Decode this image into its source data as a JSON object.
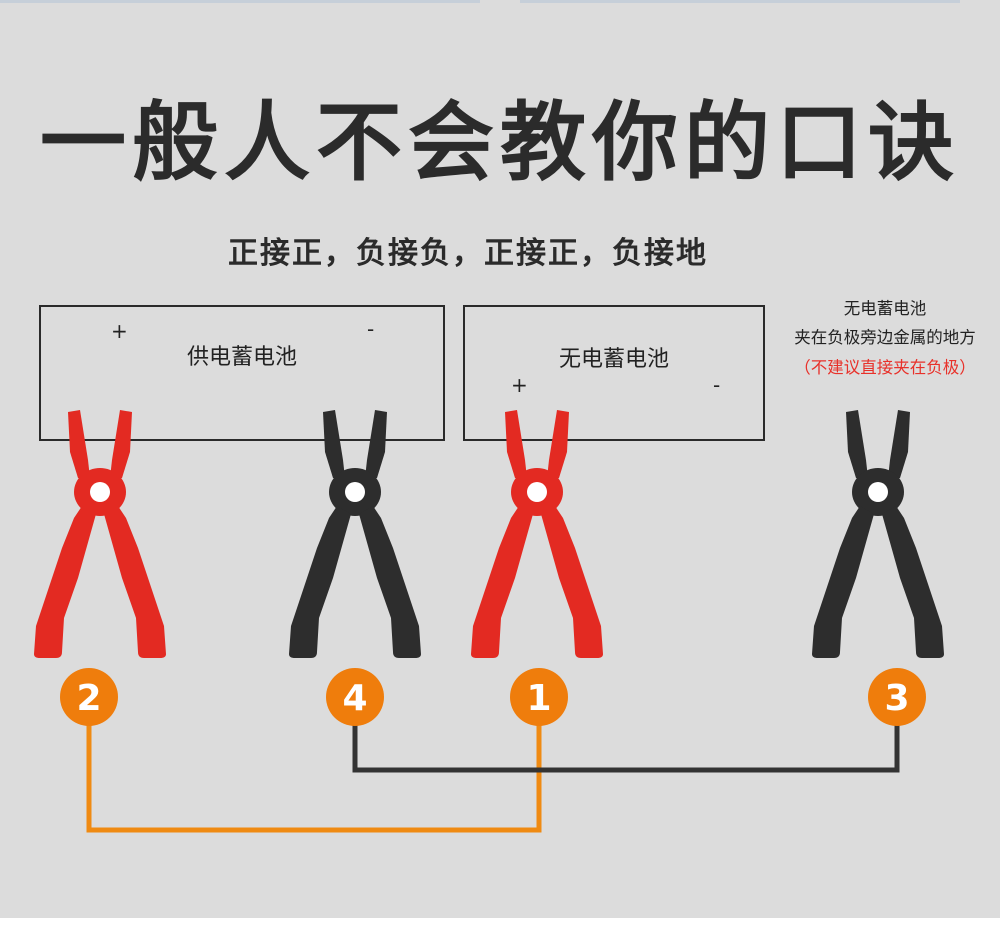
{
  "title": "一般人不会教你的口诀",
  "subtitle": "正接正，负接负，正接正，负接地",
  "batteries": [
    {
      "label": "供电蓄电池",
      "positive": "+",
      "negative": "-"
    },
    {
      "label": "无电蓄电池",
      "positive": "+",
      "negative": "-"
    }
  ],
  "ground_note": {
    "line1": "无电蓄电池",
    "line2": "夹在负极旁边金属的地方",
    "warning": "（不建议直接夹在负极）"
  },
  "clamps": [
    {
      "color": "red",
      "step": "2"
    },
    {
      "color": "black",
      "step": "4"
    },
    {
      "color": "red",
      "step": "1"
    },
    {
      "color": "black",
      "step": "3"
    }
  ],
  "colors": {
    "background": "#dcdcdc",
    "red_clamp": "#e32a22",
    "black_clamp": "#2d2d2d",
    "step_badge": "#ef7d0c",
    "orange_cable": "#ef8a12",
    "dark_cable": "#333333",
    "warning_text": "#e8312a"
  }
}
